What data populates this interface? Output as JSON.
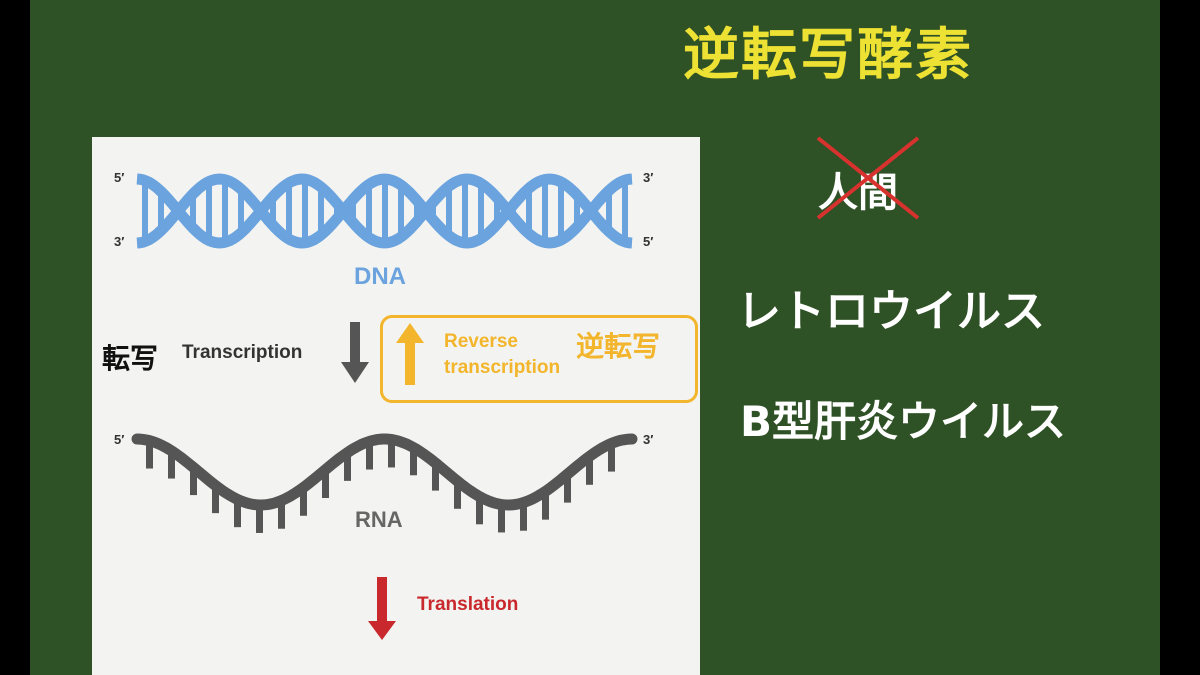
{
  "title": "逆転写酵素",
  "right_list": {
    "human": "人間",
    "retrovirus": "レトロウイルス",
    "hbv": "B型肝炎ウイルス"
  },
  "diagram": {
    "dna_label": "DNA",
    "rna_label": "RNA",
    "dna_left_top": "5′",
    "dna_left_bottom": "3′",
    "dna_right_top": "3′",
    "dna_right_bottom": "5′",
    "rna_left": "5′",
    "rna_right": "3′",
    "transcription_jp": "転写",
    "transcription_en": "Transcription",
    "reverse_en_line1": "Reverse",
    "reverse_en_line2": "transcription",
    "reverse_jp": "逆転写",
    "translation_en": "Translation"
  },
  "colors": {
    "board": "#2f5126",
    "title": "#ede233",
    "dna": "#6aa3de",
    "rna": "#555555",
    "reverse": "#f2b52b",
    "translation": "#c9282c",
    "cross": "#d8322f"
  }
}
